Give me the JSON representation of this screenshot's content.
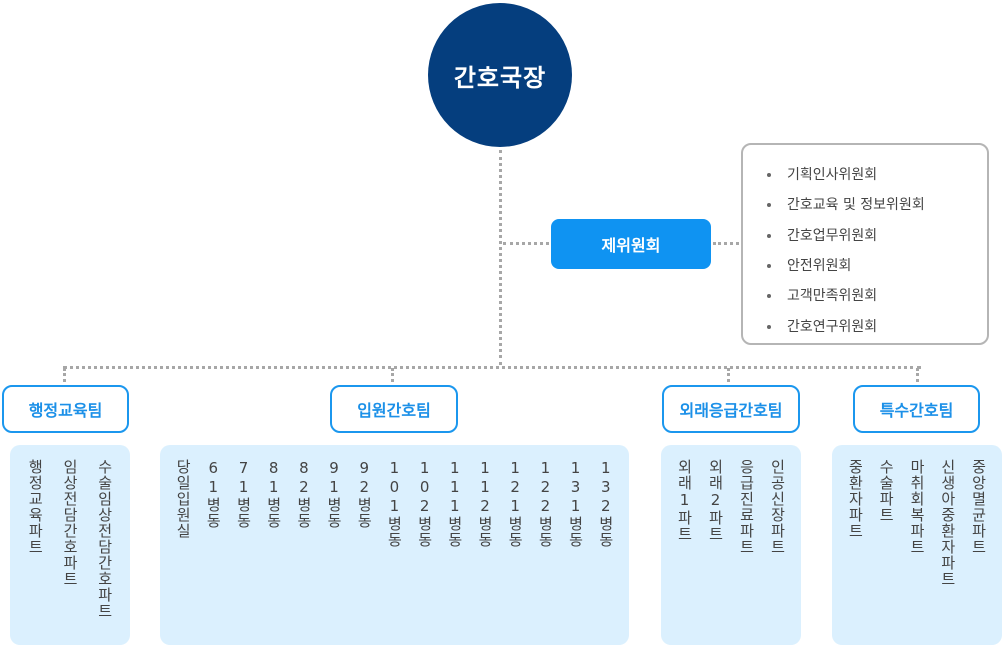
{
  "director": {
    "label": "간호국장"
  },
  "committee": {
    "label": "제위원회",
    "items": [
      "기획인사위원회",
      "간호교육 및 정보위원회",
      "간호업무위원회",
      "안전위원회",
      "고객만족위원회",
      "간호연구위원회"
    ]
  },
  "colors": {
    "director_bg": "#053e7e",
    "committee_bg": "#0f93f2",
    "team_border": "#1b97ee",
    "panel_bg": "#dbf0fe",
    "connector": "#a7a7a7"
  },
  "teams": [
    {
      "label": "행정교육팀",
      "units": [
        "행정교육파트",
        "임상전담간호파트",
        "수술임상전담간호파트"
      ]
    },
    {
      "label": "입원간호팀",
      "units": [
        "당일입원실",
        "61병동",
        "71병동",
        "81병동",
        "82병동",
        "91병동",
        "92병동",
        "101병동",
        "102병동",
        "111병동",
        "112병동",
        "121병동",
        "122병동",
        "131병동",
        "132병동"
      ]
    },
    {
      "label": "외래응급간호팀",
      "units": [
        "외래1파트",
        "외래2파트",
        "응급진료파트",
        "인공신장파트"
      ]
    },
    {
      "label": "특수간호팀",
      "units": [
        "중환자파트",
        "수술파트",
        "마취회복파트",
        "신생아중환자파트",
        "중앙멸균파트"
      ]
    }
  ]
}
